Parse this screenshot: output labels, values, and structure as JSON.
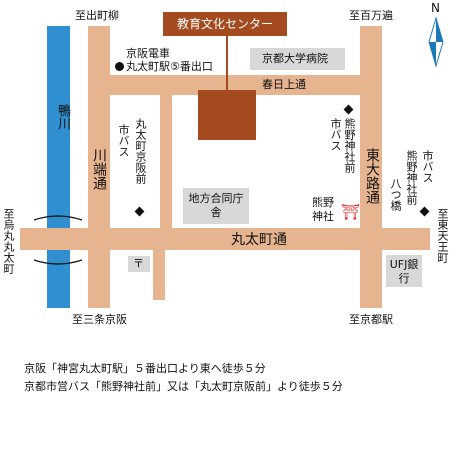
{
  "destination": {
    "label": "教育文化センター",
    "color": "#a34b1e"
  },
  "roads": {
    "kasuga": "春日上通",
    "kawabata": "川端通",
    "higashioji": "東大路通",
    "marutamachi": "丸太町通"
  },
  "river": {
    "label": "鴨川",
    "color": "#2f8fd0"
  },
  "directions": {
    "to_demachiyanagi": "至出町柳",
    "to_hyakumanben": "至百万遍",
    "to_karasuma_marutamachi": "至烏丸丸太町",
    "to_higashitenno": "至東天王町",
    "to_sanjo_keihan": "至三条京阪",
    "to_kyoto_station": "至京都駅"
  },
  "places": {
    "keihan_line1": "京阪電車",
    "keihan_line2": "丸太町駅⑤番出口",
    "kyodai_hospital": "京都大学病院",
    "bus_stop_marutamachi_keihan_mae": "市バス",
    "bus_stop_marutamachi_keihan_mae_name": "丸太町京阪前",
    "bus_stop_kumano_jinja_mae_west": "熊野神社前",
    "bus_stop_kumano_jinja_mae_west_label": "市バス",
    "bus_stop_kumano_jinja_mae_east": "市バス",
    "bus_stop_kumano_jinja_mae_east_name": "熊野神社前",
    "yatsuhashi": "八つ橋",
    "govt_building": "地方合同庁舎",
    "kumano_shrine": "熊野神社",
    "post_office_symbol": "〒",
    "torii_symbol": "⛩",
    "bank": "UFJ銀行"
  },
  "compass": {
    "label": "N"
  },
  "captions": [
    "京阪「神宮丸太町駅」５番出口より東へ徒歩５分",
    "京都市営バス「熊野神社前」又は「丸太町京阪前」より徒歩５分"
  ]
}
